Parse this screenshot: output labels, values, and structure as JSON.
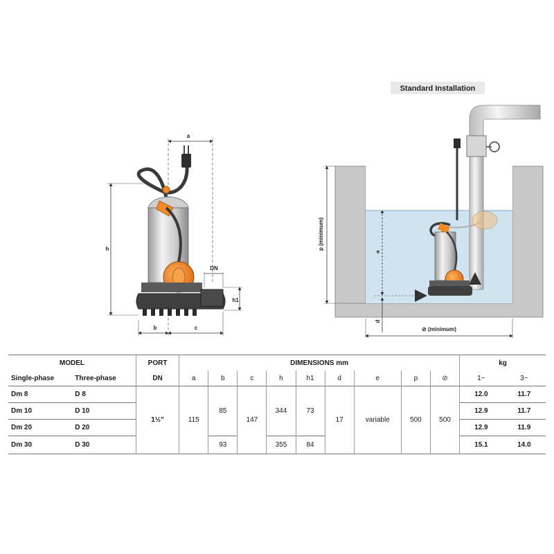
{
  "diagram": {
    "standard_installation_label": "Standard Installation",
    "labels": {
      "a": "a",
      "b": "b",
      "c": "c",
      "h": "h",
      "h1": "h1",
      "DN": "DN",
      "p_minimum": "p (minimum)",
      "e": "e",
      "d": "d",
      "square_minimum": "⊘ (minimum)"
    },
    "colors": {
      "pump_orange": "#f08a24",
      "pump_base": "#4a4a4a",
      "pump_body": "#d9d9d9",
      "water": "#cfe3f1",
      "wall": "#c8c8c8"
    }
  },
  "table": {
    "headers": {
      "model": "MODEL",
      "single_phase": "Single-phase",
      "three_phase": "Three-phase",
      "port": "PORT",
      "dn": "DN",
      "dimensions": "DIMENSIONS mm",
      "kg": "kg",
      "cols": [
        "a",
        "b",
        "c",
        "h",
        "h1",
        "d",
        "e",
        "p",
        "⊘"
      ],
      "kg_1": "1~",
      "kg_3": "3~"
    },
    "shared": {
      "dn": "1½\"",
      "a": "115",
      "c": "147",
      "d": "17",
      "e": "variable",
      "p": "500",
      "sq": "500"
    },
    "rows": [
      {
        "single": "Dm 8",
        "three": "D 8",
        "kg1": "12.0",
        "kg3": "11.7"
      },
      {
        "single": "Dm 10",
        "three": "D 10",
        "kg1": "12.9",
        "kg3": "11.7"
      },
      {
        "single": "Dm 20",
        "three": "D 20",
        "kg1": "12.9",
        "kg3": "11.9"
      },
      {
        "single": "Dm 30",
        "three": "D 30",
        "kg1": "15.1",
        "kg3": "14.0"
      }
    ],
    "group_a": {
      "b": "85",
      "h": "344",
      "h1": "73"
    },
    "group_b": {
      "b": "93",
      "h": "355",
      "h1": "84"
    }
  }
}
